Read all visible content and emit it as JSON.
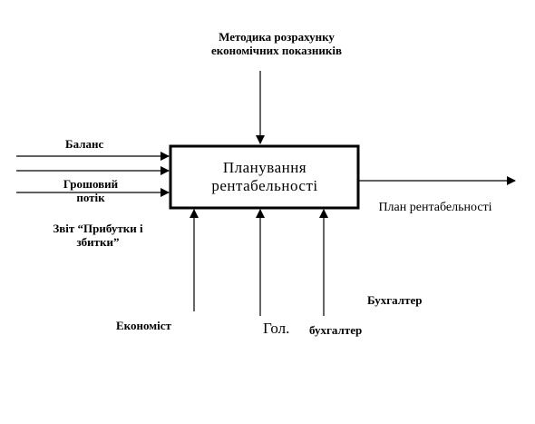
{
  "process": {
    "title": "Планування рентабельності"
  },
  "controls": {
    "methodology": "Методика розрахунку економічних показників"
  },
  "inputs": {
    "balance": "Баланс",
    "cash_flow": "Грошовий потік",
    "report": "Звіт “Прибутки і збитки”"
  },
  "outputs": {
    "plan": "План рентабельності"
  },
  "mechanisms": {
    "economist": "Економіст",
    "chief_accountant_big": "Гол.",
    "chief_accountant_small": "бухгалтер",
    "accountant": "Бухгалтер"
  },
  "colors": {
    "line": "#000000",
    "background": "#ffffff"
  }
}
